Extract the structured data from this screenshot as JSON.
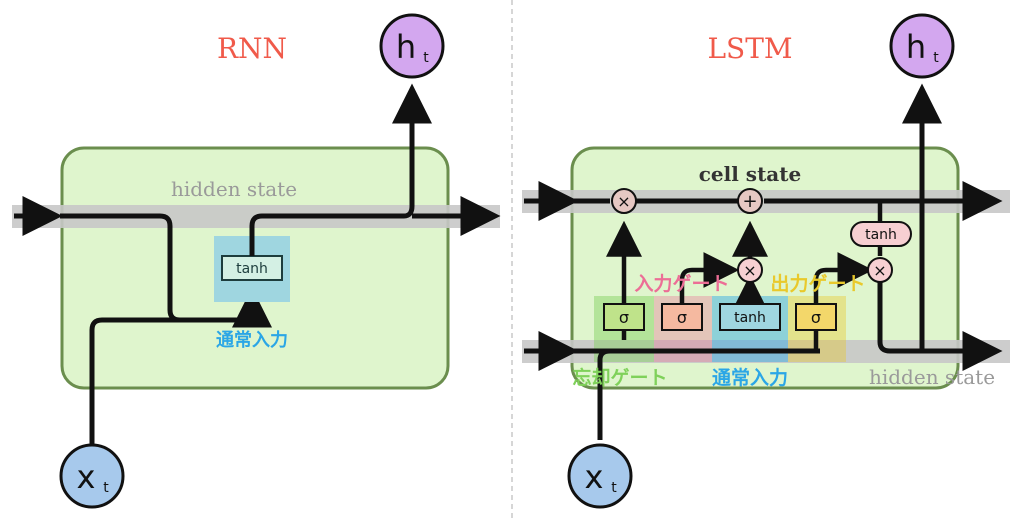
{
  "colors": {
    "title": "#f05a4a",
    "cell_fill": "#dff5cd",
    "cell_stroke": "#6b8e4e",
    "band": "#c8c8c8",
    "band_text": "#9a9a9a",
    "tanh_box_bg": "#9fd6e0",
    "tanh_inner": "#d4f0e4",
    "node_purple": "#d3a7ef",
    "node_blue": "#a7c9ec",
    "op_node": "#e6c8c3",
    "tanh_pill": "#f7cfd2",
    "forget": "#7fd15a",
    "input_gate": "#ec6e96",
    "output_gate": "#e9c92b",
    "normal_input": "#2ba6e6"
  },
  "rnn": {
    "title": "RNN",
    "hidden_state": "hidden state",
    "tanh": "tanh",
    "normal_input": "通常入力",
    "h_label": "h",
    "h_sub": "t",
    "x_label": "x",
    "x_sub": "t"
  },
  "lstm": {
    "title": "LSTM",
    "cell_state": "cell state",
    "hidden_state": "hidden state",
    "times": "×",
    "plus": "+",
    "tanh": "tanh",
    "sigma": "σ",
    "forget_gate": "忘却ゲート",
    "input_gate": "入力ゲート",
    "output_gate": "出力ゲート",
    "normal_input": "通常入力",
    "h_label": "h",
    "h_sub": "t",
    "x_label": "x",
    "x_sub": "t"
  }
}
